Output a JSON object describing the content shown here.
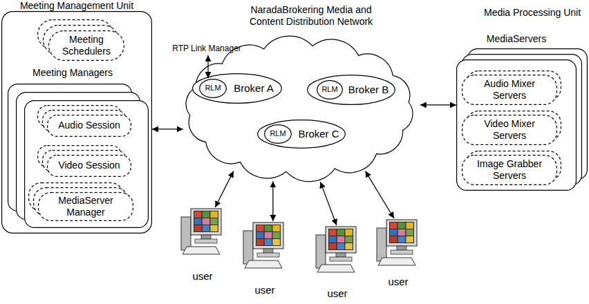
{
  "diagram": {
    "nodes": [
      {
        "text": [
          "Meeting Management Unit"
        ]
      },
      {
        "text": [
          "Meeting Schedulers"
        ],
        "in": 0
      },
      {
        "text": [
          "Meeting Managers"
        ],
        "in": 0
      },
      {
        "text": [
          "Audio Session"
        ],
        "in": 2
      },
      {
        "text": [
          "Video Session"
        ],
        "in": 2
      },
      {
        "text": [
          "MediaServer Manager"
        ],
        "in": 2
      },
      {
        "text": [
          "NaradaBrokering Media and Content Distribution Network"
        ]
      },
      {
        "text": [
          "Broker A"
        ],
        "in": 6
      },
      {
        "text": [
          "RLM"
        ],
        "in": 7
      },
      {
        "text": [
          "Broker B"
        ],
        "in": 6
      },
      {
        "text": [
          "RLM"
        ],
        "in": 9
      },
      {
        "text": [
          "Broker C"
        ],
        "in": 6
      },
      {
        "text": [
          "RLM"
        ],
        "in": 11
      },
      {
        "text": [
          "MediaServers"
        ]
      },
      {
        "text": [
          "Audio Mixer Servers"
        ],
        "in": 13
      },
      {
        "text": [
          "Video Mixer Servers"
        ],
        "in": 13
      },
      {
        "text": [
          "Image Grabber Servers"
        ],
        "in": 13
      },
      {
        "text": [
          "user"
        ]
      },
      {
        "text": [
          "user"
        ]
      },
      {
        "text": [
          "user"
        ]
      },
      {
        "text": [
          "user"
        ]
      }
    ],
    "edges": [
      {
        "from": 0,
        "to": 6,
        "arrow": "both"
      },
      {
        "from": 6,
        "to": 13,
        "arrow": "both"
      },
      {
        "from": 6,
        "to": 17,
        "arrow": "both"
      },
      {
        "from": 6,
        "to": 18,
        "arrow": "both"
      },
      {
        "from": 6,
        "to": 19,
        "arrow": "both"
      },
      {
        "from": 6,
        "to": 20,
        "arrow": "both"
      }
    ],
    "labels": [
      "RTP Link Manager",
      "Media Processing Unit"
    ]
  }
}
